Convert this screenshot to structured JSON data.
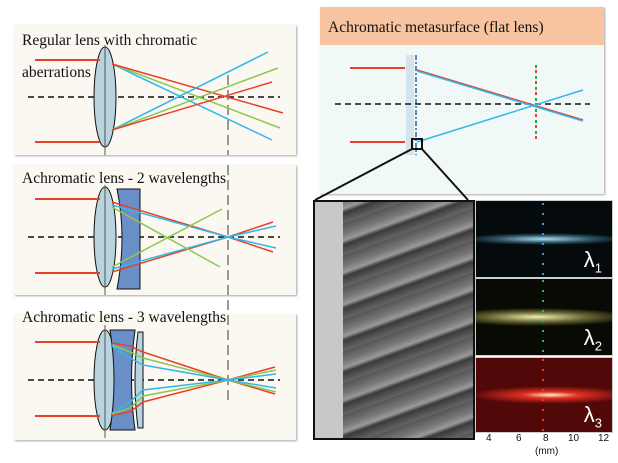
{
  "panels": {
    "regular": {
      "title_line1": "Regular lens with chromatic",
      "title_line2": "aberrations"
    },
    "achromatic2": {
      "title": "Achromatic lens - 2 wavelengths"
    },
    "achromatic3": {
      "title": "Achromatic lens - 3 wavelengths"
    },
    "metasurface": {
      "title": "Achromatic metasurface (flat lens)"
    }
  },
  "colors": {
    "red": "#e8402a",
    "green": "#8cc850",
    "blue": "#30b8e8",
    "lens": "#b8d4de",
    "doublet": "#6a8fc8",
    "header": "#f8c3a0"
  },
  "focal_maps": {
    "labels": [
      {
        "symbol": "λ",
        "sub": "1",
        "color": "#8fd0e8"
      },
      {
        "symbol": "λ",
        "sub": "2",
        "color": "#e8e8a0"
      },
      {
        "symbol": "λ",
        "sub": "3",
        "color": "#ff4040"
      }
    ],
    "x_ticks": [
      "4",
      "6",
      "8",
      "10",
      "12"
    ],
    "x_unit": "(mm)"
  }
}
